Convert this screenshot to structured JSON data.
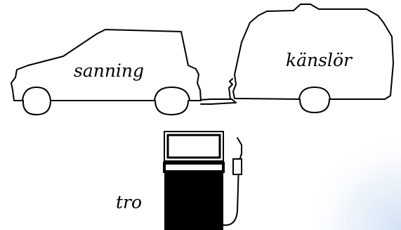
{
  "labels": {
    "car": "sanning",
    "trailer": "känslör",
    "pump": "tro"
  },
  "colors": {
    "stroke": "#000000",
    "fill": "#ffffff",
    "pump_body": "#000000",
    "corner_glow": "#dbe8f6"
  }
}
